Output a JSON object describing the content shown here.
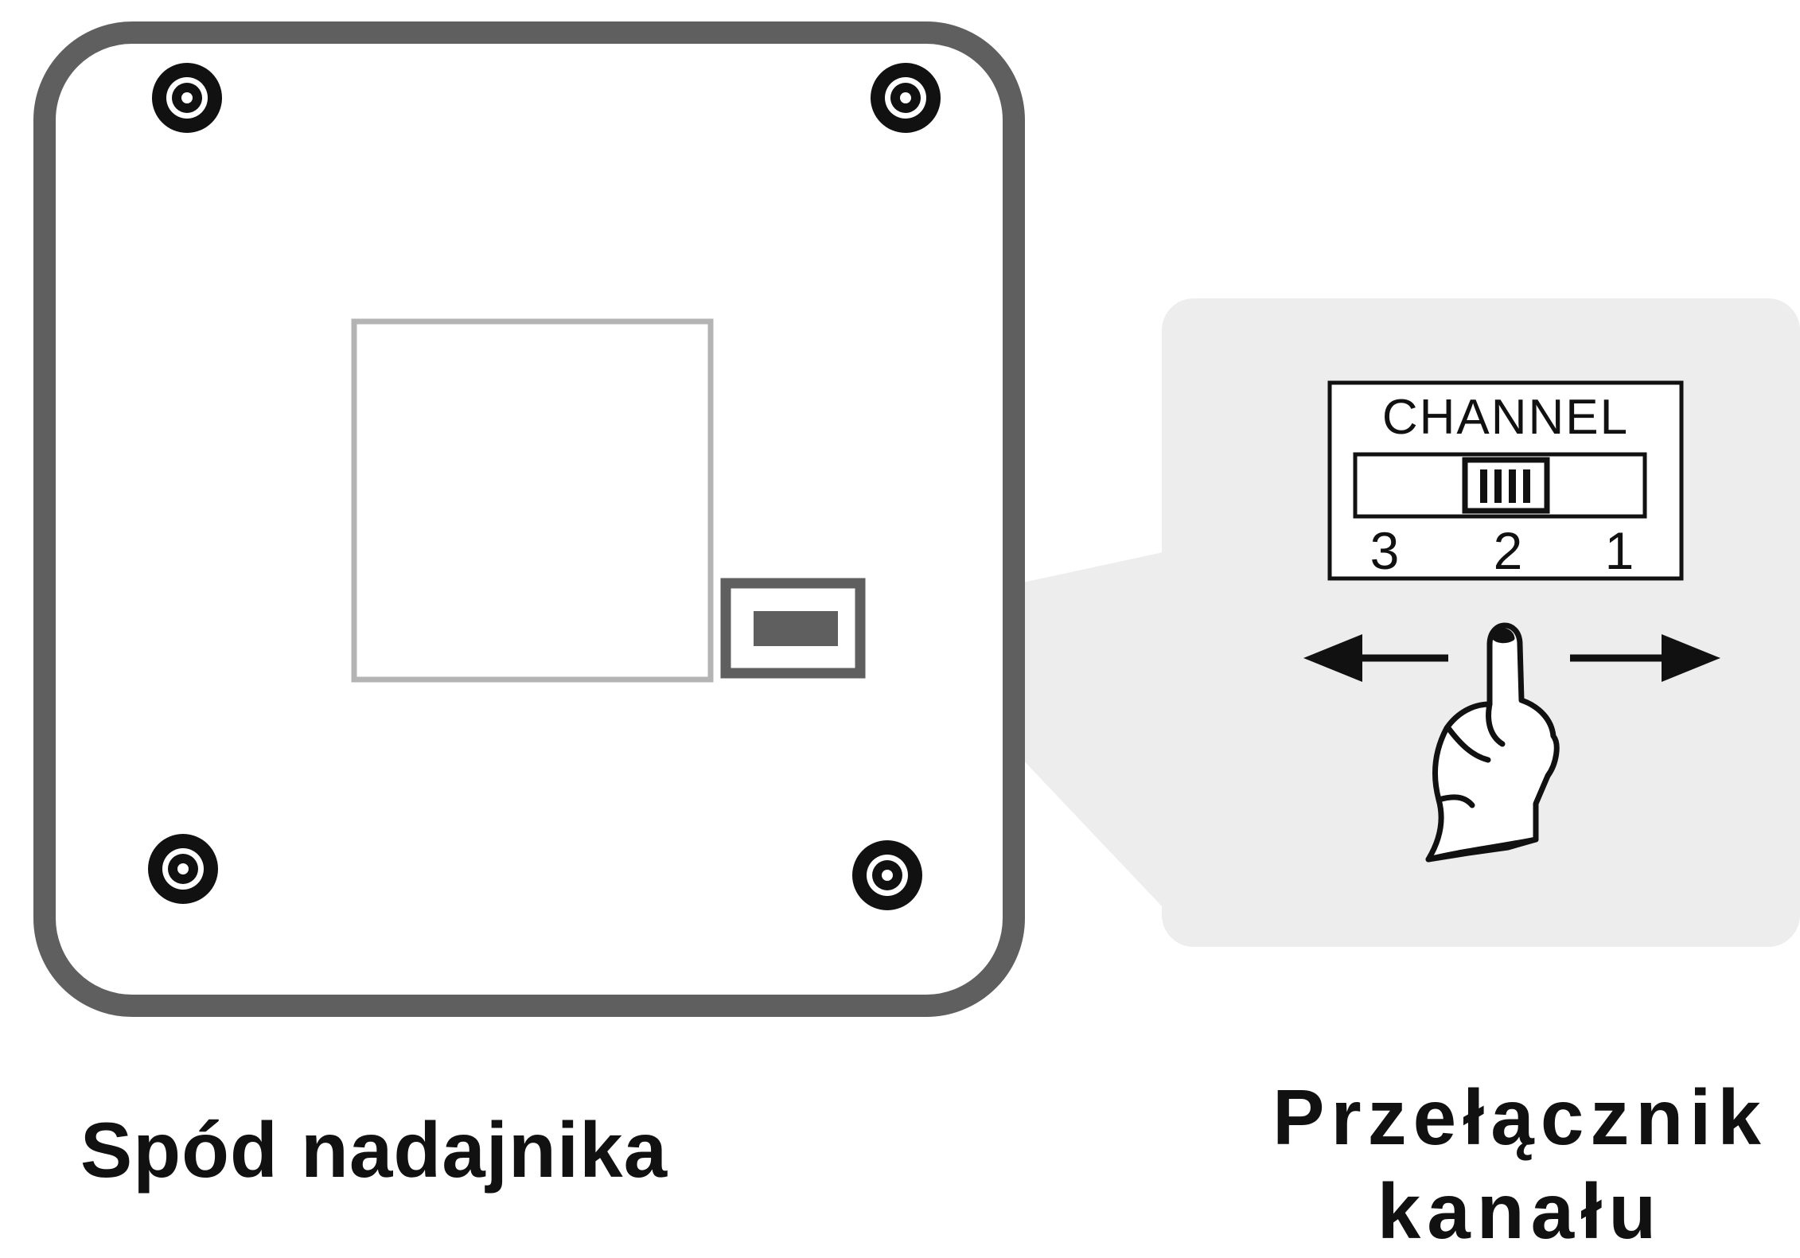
{
  "captions": {
    "left": "Spód nadajnika",
    "right_line1": "Przełącznik",
    "right_line2": "kanału"
  },
  "switch": {
    "label": "CHANNEL",
    "positions": [
      "3",
      "2",
      "1"
    ],
    "selected": "2"
  },
  "icons": {
    "left_arrow": "arrow-left-icon",
    "right_arrow": "arrow-right-icon",
    "hand": "pointing-hand-icon",
    "screws": "screw-icon"
  },
  "colors": {
    "device_outline": "#5f5f5f",
    "inner_panel": "#b4b4b4",
    "callout_fill": "#ededed",
    "ink": "#111111"
  }
}
